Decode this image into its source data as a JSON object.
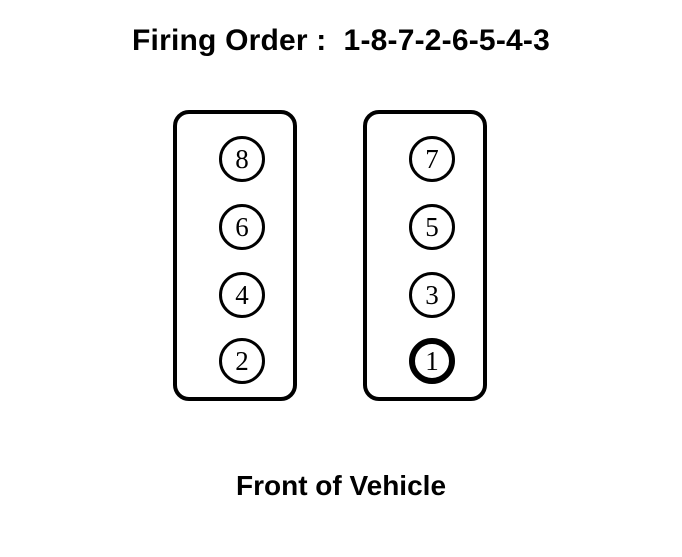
{
  "diagram": {
    "type": "v8-engine-firing-order",
    "title": "Firing Order :  1-8-7-2-6-5-4-3",
    "firing_order_label": "Firing Order :",
    "firing_order_sequence": "1-8-7-2-6-5-4-3",
    "orientation_caption": "Front of Vehicle",
    "colors": {
      "background": "#ffffff",
      "stroke": "#000000",
      "text": "#000000"
    },
    "banks": [
      {
        "name": "left-bank",
        "side": "left",
        "cylinders": [
          {
            "number": "8",
            "emphasis": false
          },
          {
            "number": "6",
            "emphasis": false
          },
          {
            "number": "4",
            "emphasis": false
          },
          {
            "number": "2",
            "emphasis": false
          }
        ]
      },
      {
        "name": "right-bank",
        "side": "right",
        "cylinders": [
          {
            "number": "7",
            "emphasis": false
          },
          {
            "number": "5",
            "emphasis": false
          },
          {
            "number": "3",
            "emphasis": false
          },
          {
            "number": "1",
            "emphasis": true
          }
        ]
      }
    ]
  }
}
